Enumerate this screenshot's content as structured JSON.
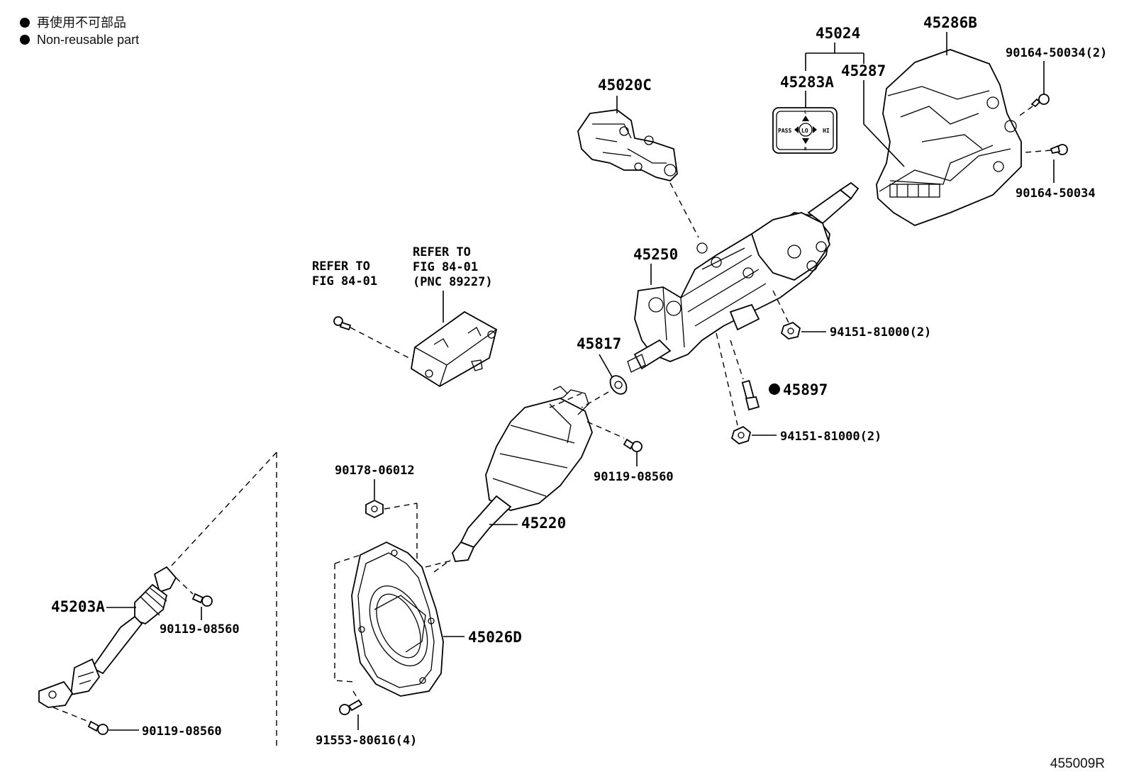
{
  "legend": {
    "line_ja": "再使用不可部品",
    "line_en": "Non-reusable part"
  },
  "figure_id": "455009R",
  "part_numbers": {
    "p45024": "45024",
    "p45286B": "45286B",
    "p45283A": "45283A",
    "p45287": "45287",
    "p45020C": "45020C",
    "p90164_50034_2": "90164-50034(2)",
    "p90164_50034": "90164-50034",
    "p45250": "45250",
    "p94151_81000_2a": "94151-81000(2)",
    "p45817": "45817",
    "p45897": "45897",
    "p94151_81000_2b": "94151-81000(2)",
    "p90119_08560_a": "90119-08560",
    "p90178_06012": "90178-06012",
    "p45220": "45220",
    "p45203A": "45203A",
    "p90119_08560_b": "90119-08560",
    "p45026D": "45026D",
    "p90119_08560_c": "90119-08560",
    "p91553_80616_4": "91553-80616(4)"
  },
  "references": {
    "ref1_line1": "REFER TO",
    "ref1_line2": "FIG 84-01",
    "ref2_line1": "REFER TO",
    "ref2_line2": "FIG 84-01",
    "ref2_line3": "(PNC 89227)"
  },
  "switch_plate": {
    "left": "PASS",
    "center": "LO",
    "right": "HI",
    "top": "L",
    "bottom": "R"
  }
}
